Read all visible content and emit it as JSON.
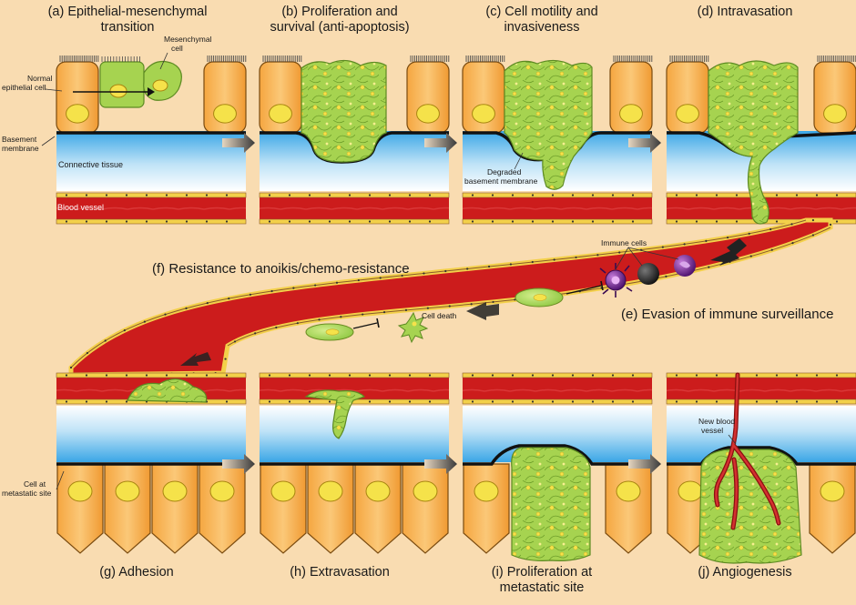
{
  "colors": {
    "background": "#f9dcb1",
    "epithelial": "#f7b25a",
    "nucleus": "#f5e24a",
    "tumor": "#a5d24a",
    "vessel": "#cc1c1c",
    "endothelium": "#f4d04a",
    "connective": "#4db2e8",
    "membrane": "#111111",
    "immune": "#7b1fa2"
  },
  "panels": {
    "a": {
      "line1": "(a) Epithelial-mesenchymal",
      "line2": "transition"
    },
    "b": {
      "line1": "(b) Proliferation and",
      "line2": "survival (anti-apoptosis)"
    },
    "c": {
      "line1": "(c) Cell motility and",
      "line2": "invasiveness"
    },
    "d": {
      "line1": "(d) Intravasation"
    },
    "e": {
      "line1": "(e) Evasion of immune surveillance"
    },
    "f": {
      "line1": "(f) Resistance to anoikis/chemo-resistance"
    },
    "g": {
      "line1": "(g) Adhesion"
    },
    "h": {
      "line1": "(h) Extravasation"
    },
    "i": {
      "line1": "(i) Proliferation at",
      "line2": "metastatic site"
    },
    "j": {
      "line1": "(j) Angiogenesis"
    }
  },
  "labels": {
    "mesenchymal1": "Mesenchymal",
    "mesenchymal2": "cell",
    "normal1": "Normal",
    "normal2": "epithelial cell",
    "basement1": "Basement",
    "basement2": "membrane",
    "connective": "Connective tissue",
    "blood_vessel": "Blood vessel",
    "degraded1": "Degraded",
    "degraded2": "basement membrane",
    "immune_cells": "Immune cells",
    "cell_death": "Cell death",
    "metastatic1": "Cell at",
    "metastatic2": "metastatic site",
    "new_vessel1": "New blood",
    "new_vessel2": "vessel"
  }
}
